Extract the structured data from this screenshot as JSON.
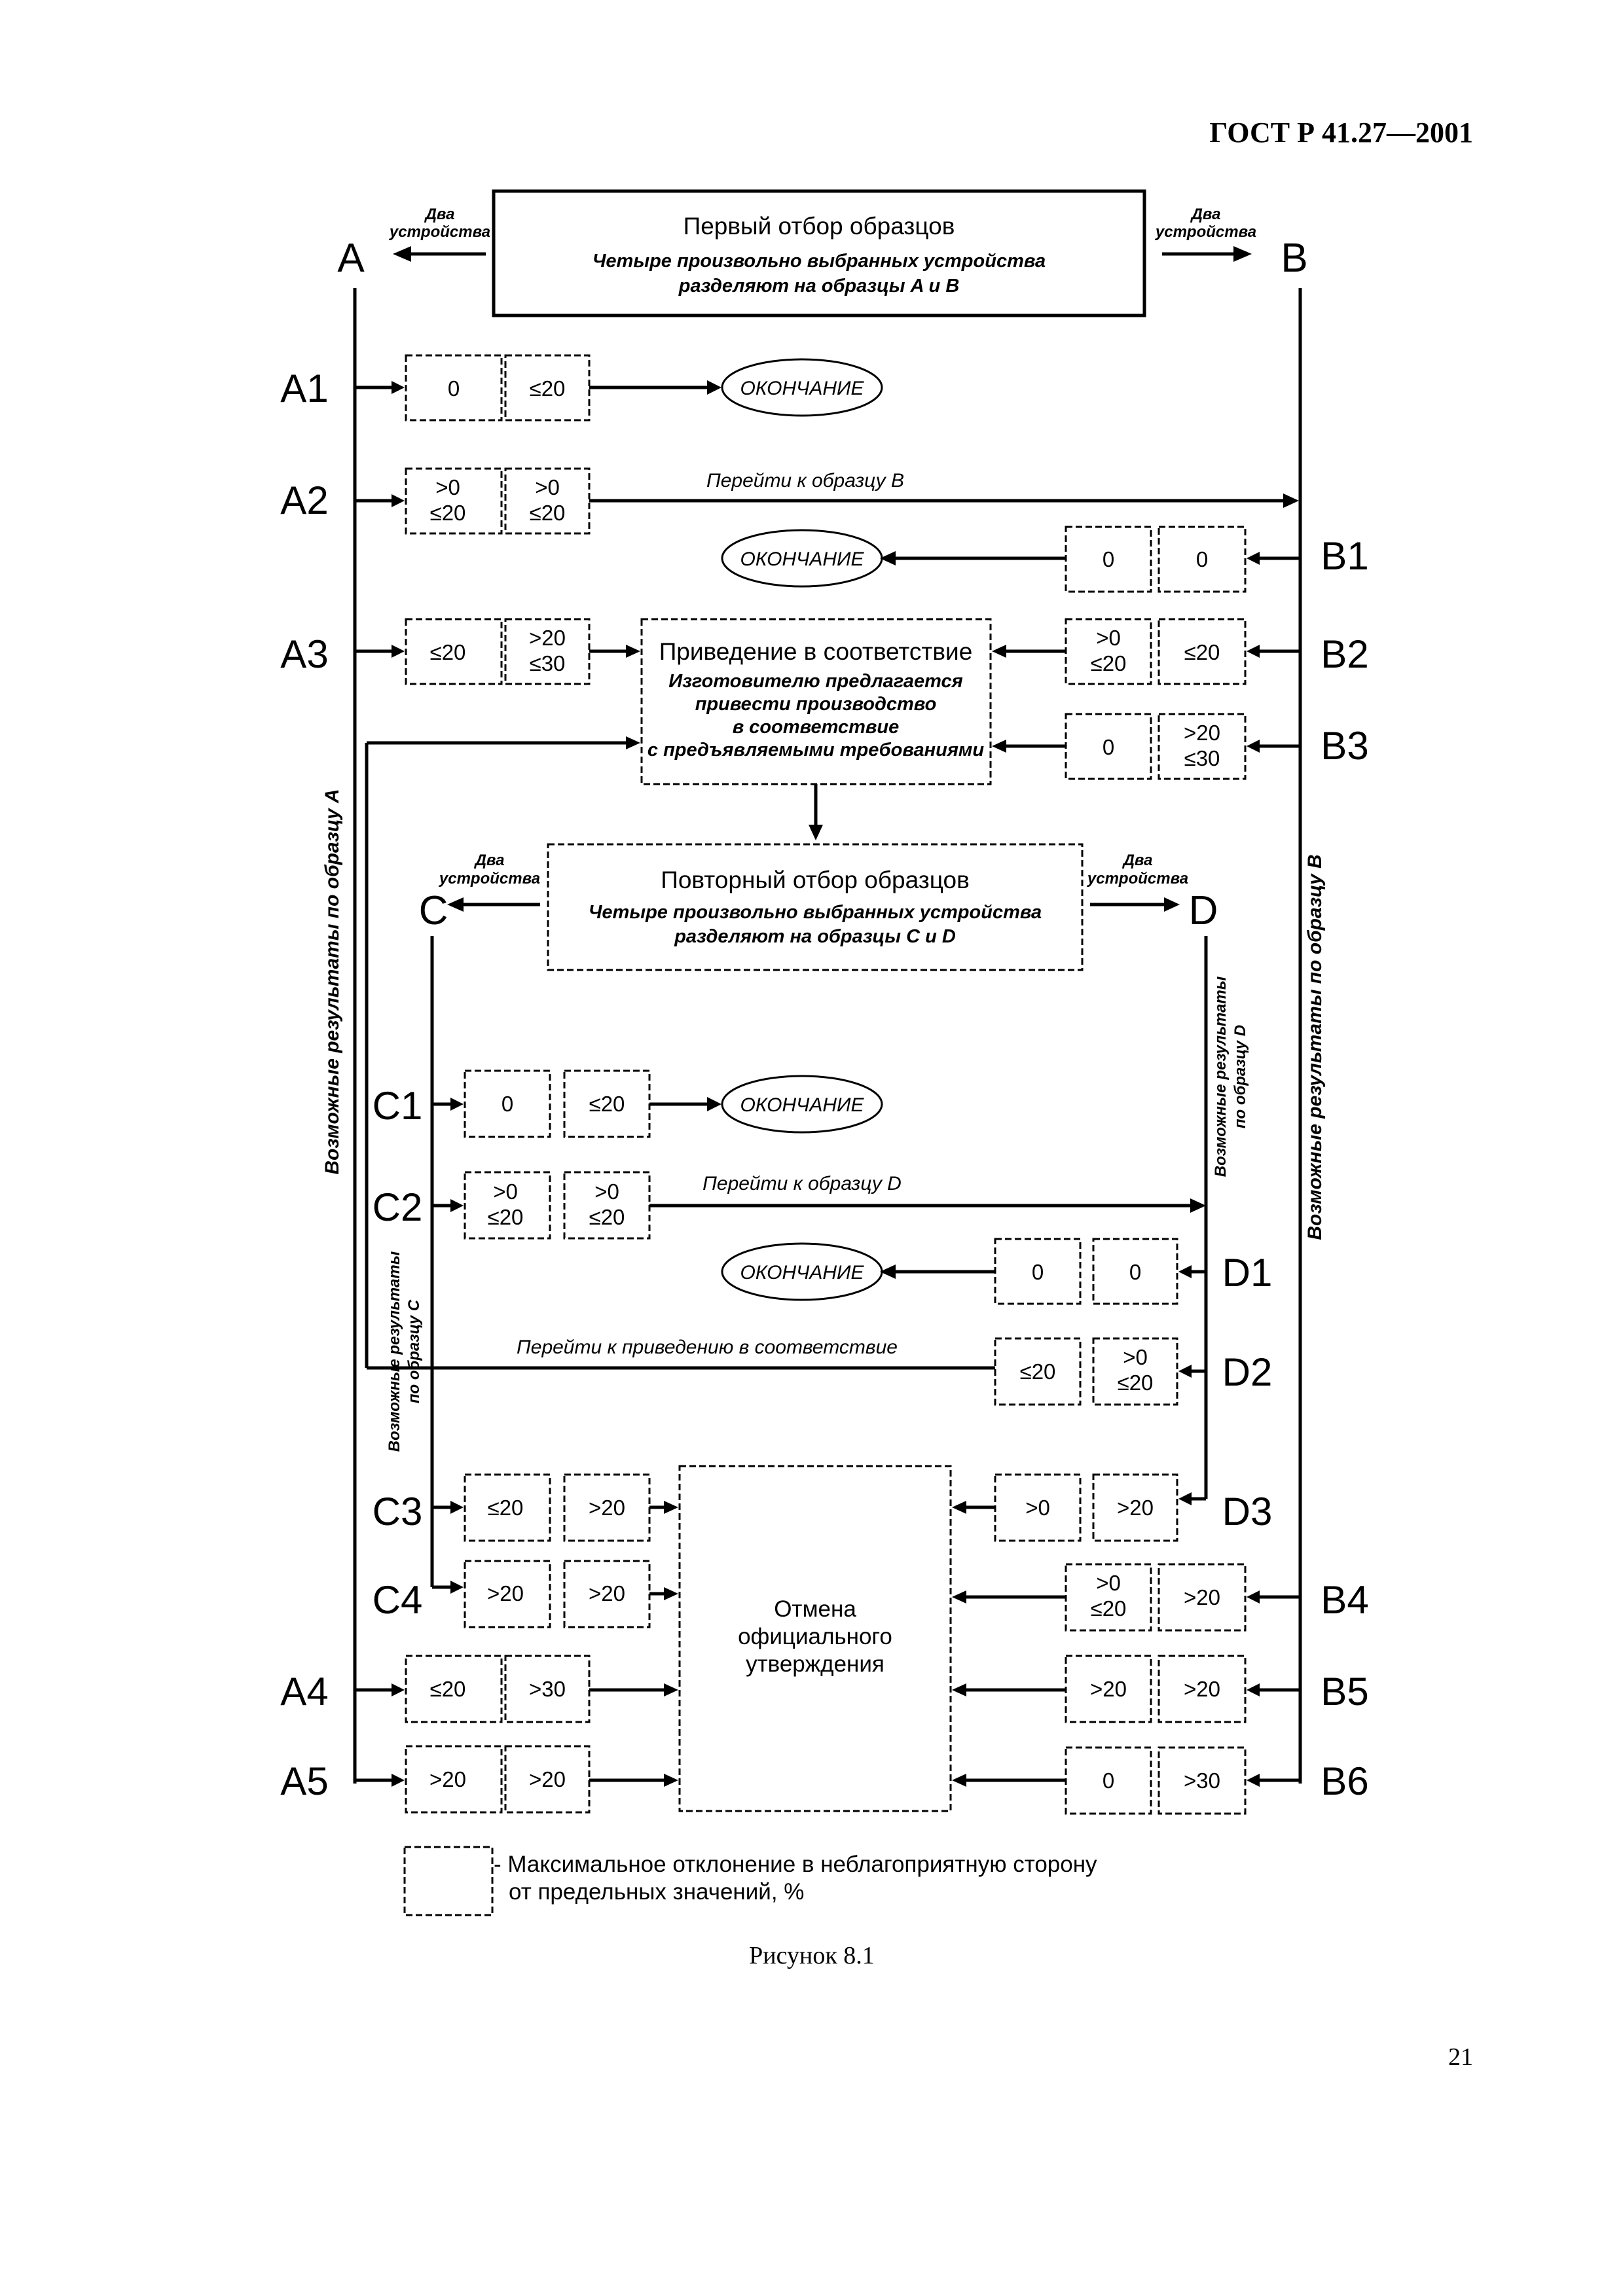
{
  "header": {
    "standard": "ГОСТ Р 41.27—2001"
  },
  "two_devices": [
    "Два",
    "устройства"
  ],
  "first_sampling": {
    "title": "Первый отбор образцов",
    "line1": "Четыре произвольно выбранных устройства",
    "line2": "разделяют на образцы A и B"
  },
  "second_sampling": {
    "title": "Повторный отбор образцов",
    "line1": "Четыре произвольно выбранных устройства",
    "line2": "разделяют на образцы C и D"
  },
  "conformity": {
    "title": "Приведение в соответствие",
    "lines": [
      "Изготовителю предлагается",
      "привести производство",
      "в соответствие",
      "с предъявляемыми требованиями"
    ]
  },
  "cancel": {
    "lines": [
      "Отмена",
      "официального",
      "утверждения"
    ]
  },
  "end_label": "ОКОНЧАНИЕ",
  "goto_b": "Перейти к образцу B",
  "goto_d": "Перейти к образцу D",
  "goto_conformity": "Перейти к приведению в соответствие",
  "axis_a": "Возможные результаты по образцу A",
  "axis_b": "Возможные результаты по образцу B",
  "axis_c": [
    "Возможные результаты",
    "по образцу C"
  ],
  "axis_d": [
    "Возможные результаты",
    "по образцу D"
  ],
  "letters": {
    "a": "A",
    "b": "B",
    "c": "C",
    "d": "D"
  },
  "rows": {
    "a1": {
      "label": "A1",
      "cells": [
        [
          "0"
        ],
        [
          "≤20"
        ]
      ]
    },
    "a2": {
      "label": "A2",
      "cells": [
        [
          ">0",
          "≤20"
        ],
        [
          ">0",
          "≤20"
        ]
      ]
    },
    "a3": {
      "label": "A3",
      "cells": [
        [
          "≤20"
        ],
        [
          ">20",
          "≤30"
        ]
      ]
    },
    "a4": {
      "label": "A4",
      "cells": [
        [
          "≤20"
        ],
        [
          ">30"
        ]
      ]
    },
    "a5": {
      "label": "A5",
      "cells": [
        [
          ">20"
        ],
        [
          ">20"
        ]
      ]
    },
    "b1": {
      "label": "B1",
      "cells": [
        [
          "0"
        ],
        [
          "0"
        ]
      ]
    },
    "b2": {
      "label": "B2",
      "cells": [
        [
          ">0",
          "≤20"
        ],
        [
          "≤20"
        ]
      ]
    },
    "b3": {
      "label": "B3",
      "cells": [
        [
          "0"
        ],
        [
          ">20",
          "≤30"
        ]
      ]
    },
    "b4": {
      "label": "B4",
      "cells": [
        [
          ">0",
          "≤20"
        ],
        [
          ">20"
        ]
      ]
    },
    "b5": {
      "label": "B5",
      "cells": [
        [
          ">20"
        ],
        [
          ">20"
        ]
      ]
    },
    "b6": {
      "label": "B6",
      "cells": [
        [
          "0"
        ],
        [
          ">30"
        ]
      ]
    },
    "c1": {
      "label": "C1",
      "cells": [
        [
          "0"
        ],
        [
          "≤20"
        ]
      ]
    },
    "c2": {
      "label": "C2",
      "cells": [
        [
          ">0",
          "≤20"
        ],
        [
          ">0",
          "≤20"
        ]
      ]
    },
    "c3": {
      "label": "C3",
      "cells": [
        [
          "≤20"
        ],
        [
          ">20"
        ]
      ]
    },
    "c4": {
      "label": "C4",
      "cells": [
        [
          ">20"
        ],
        [
          ">20"
        ]
      ]
    },
    "d1": {
      "label": "D1",
      "cells": [
        [
          "0"
        ],
        [
          "0"
        ]
      ]
    },
    "d2": {
      "label": "D2",
      "cells": [
        [
          "≤20"
        ],
        [
          ">0",
          "≤20"
        ]
      ]
    },
    "d3": {
      "label": "D3",
      "cells": [
        [
          ">0"
        ],
        [
          ">20"
        ]
      ]
    }
  },
  "legend": {
    "line1": "- Максимальное отклонение в неблагоприятную сторону",
    "line2": "от предельных значений, %"
  },
  "caption": "Рисунок 8.1",
  "page_number": "21"
}
